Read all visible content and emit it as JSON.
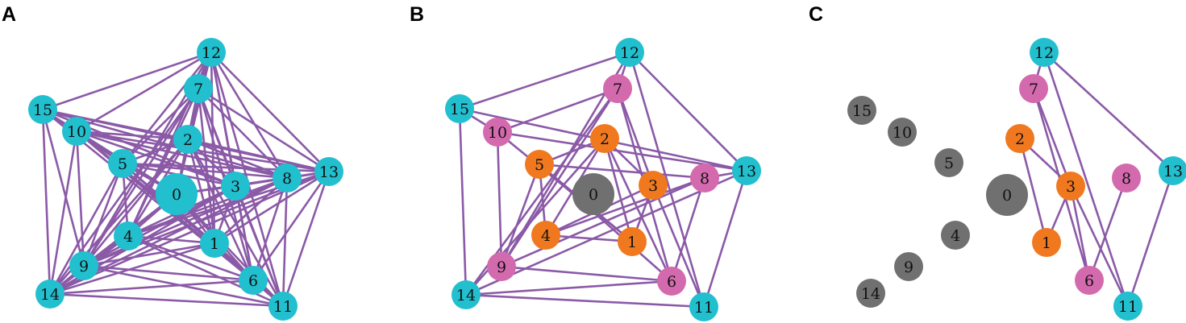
{
  "colors": {
    "edge": "#8b5aa7",
    "cyan": "#22bfcf",
    "pink": "#d46aae",
    "orange": "#f0791f",
    "gray": "#707070"
  },
  "panels": [
    {
      "letter": "A",
      "nodes": [
        {
          "id": "0",
          "color": "cyan",
          "big": true
        },
        {
          "id": "1",
          "color": "cyan"
        },
        {
          "id": "2",
          "color": "cyan"
        },
        {
          "id": "3",
          "color": "cyan"
        },
        {
          "id": "4",
          "color": "cyan"
        },
        {
          "id": "5",
          "color": "cyan"
        },
        {
          "id": "6",
          "color": "cyan"
        },
        {
          "id": "7",
          "color": "cyan"
        },
        {
          "id": "8",
          "color": "cyan"
        },
        {
          "id": "9",
          "color": "cyan"
        },
        {
          "id": "10",
          "color": "cyan"
        },
        {
          "id": "11",
          "color": "cyan"
        },
        {
          "id": "12",
          "color": "cyan"
        },
        {
          "id": "13",
          "color": "cyan"
        },
        {
          "id": "14",
          "color": "cyan"
        },
        {
          "id": "15",
          "color": "cyan"
        }
      ],
      "edges": [
        [
          "12",
          "15"
        ],
        [
          "12",
          "10"
        ],
        [
          "12",
          "7"
        ],
        [
          "12",
          "2"
        ],
        [
          "12",
          "5"
        ],
        [
          "12",
          "4"
        ],
        [
          "12",
          "9"
        ],
        [
          "12",
          "1"
        ],
        [
          "12",
          "3"
        ],
        [
          "12",
          "8"
        ],
        [
          "12",
          "13"
        ],
        [
          "12",
          "6"
        ],
        [
          "12",
          "11"
        ],
        [
          "12",
          "0"
        ],
        [
          "15",
          "10"
        ],
        [
          "15",
          "5"
        ],
        [
          "15",
          "2"
        ],
        [
          "15",
          "3"
        ],
        [
          "15",
          "8"
        ],
        [
          "15",
          "13"
        ],
        [
          "15",
          "14"
        ],
        [
          "15",
          "9"
        ],
        [
          "15",
          "6"
        ],
        [
          "15",
          "0"
        ],
        [
          "10",
          "5"
        ],
        [
          "10",
          "2"
        ],
        [
          "10",
          "3"
        ],
        [
          "10",
          "8"
        ],
        [
          "10",
          "13"
        ],
        [
          "10",
          "0"
        ],
        [
          "10",
          "1"
        ],
        [
          "10",
          "6"
        ],
        [
          "10",
          "11"
        ],
        [
          "10",
          "9"
        ],
        [
          "10",
          "14"
        ],
        [
          "7",
          "5"
        ],
        [
          "7",
          "4"
        ],
        [
          "7",
          "9"
        ],
        [
          "7",
          "14"
        ],
        [
          "7",
          "0"
        ],
        [
          "7",
          "1"
        ],
        [
          "7",
          "6"
        ],
        [
          "7",
          "11"
        ],
        [
          "7",
          "3"
        ],
        [
          "7",
          "8"
        ],
        [
          "7",
          "13"
        ],
        [
          "7",
          "2"
        ],
        [
          "2",
          "5"
        ],
        [
          "2",
          "4"
        ],
        [
          "2",
          "9"
        ],
        [
          "2",
          "14"
        ],
        [
          "2",
          "1"
        ],
        [
          "2",
          "6"
        ],
        [
          "2",
          "11"
        ],
        [
          "2",
          "3"
        ],
        [
          "2",
          "8"
        ],
        [
          "2",
          "13"
        ],
        [
          "2",
          "0"
        ],
        [
          "5",
          "0"
        ],
        [
          "5",
          "4"
        ],
        [
          "5",
          "9"
        ],
        [
          "5",
          "14"
        ],
        [
          "5",
          "1"
        ],
        [
          "5",
          "6"
        ],
        [
          "5",
          "11"
        ],
        [
          "5",
          "3"
        ],
        [
          "5",
          "8"
        ],
        [
          "5",
          "13"
        ],
        [
          "3",
          "4"
        ],
        [
          "3",
          "9"
        ],
        [
          "3",
          "14"
        ],
        [
          "3",
          "1"
        ],
        [
          "3",
          "6"
        ],
        [
          "3",
          "11"
        ],
        [
          "3",
          "8"
        ],
        [
          "3",
          "13"
        ],
        [
          "8",
          "13"
        ],
        [
          "8",
          "4"
        ],
        [
          "8",
          "9"
        ],
        [
          "8",
          "14"
        ],
        [
          "8",
          "6"
        ],
        [
          "8",
          "11"
        ],
        [
          "8",
          "1"
        ],
        [
          "8",
          "0"
        ],
        [
          "13",
          "4"
        ],
        [
          "13",
          "9"
        ],
        [
          "13",
          "14"
        ],
        [
          "13",
          "6"
        ],
        [
          "13",
          "11"
        ],
        [
          "13",
          "1"
        ],
        [
          "13",
          "0"
        ],
        [
          "0",
          "4"
        ],
        [
          "0",
          "9"
        ],
        [
          "0",
          "14"
        ],
        [
          "0",
          "1"
        ],
        [
          "0",
          "6"
        ],
        [
          "0",
          "11"
        ],
        [
          "0",
          "3"
        ],
        [
          "4",
          "9"
        ],
        [
          "4",
          "14"
        ],
        [
          "4",
          "1"
        ],
        [
          "4",
          "6"
        ],
        [
          "4",
          "11"
        ],
        [
          "9",
          "14"
        ],
        [
          "9",
          "1"
        ],
        [
          "9",
          "6"
        ],
        [
          "9",
          "11"
        ],
        [
          "14",
          "1"
        ],
        [
          "14",
          "6"
        ],
        [
          "14",
          "11"
        ],
        [
          "1",
          "6"
        ],
        [
          "1",
          "11"
        ],
        [
          "6",
          "11"
        ]
      ]
    },
    {
      "letter": "B",
      "nodes": [
        {
          "id": "0",
          "color": "gray",
          "big": true
        },
        {
          "id": "1",
          "color": "orange"
        },
        {
          "id": "2",
          "color": "orange"
        },
        {
          "id": "3",
          "color": "orange"
        },
        {
          "id": "4",
          "color": "orange"
        },
        {
          "id": "5",
          "color": "orange"
        },
        {
          "id": "6",
          "color": "pink"
        },
        {
          "id": "7",
          "color": "pink"
        },
        {
          "id": "8",
          "color": "pink"
        },
        {
          "id": "9",
          "color": "pink"
        },
        {
          "id": "10",
          "color": "pink"
        },
        {
          "id": "11",
          "color": "cyan"
        },
        {
          "id": "12",
          "color": "cyan"
        },
        {
          "id": "13",
          "color": "cyan"
        },
        {
          "id": "14",
          "color": "cyan"
        },
        {
          "id": "15",
          "color": "cyan"
        }
      ],
      "edges": [
        [
          "15",
          "12"
        ],
        [
          "15",
          "10"
        ],
        [
          "15",
          "14"
        ],
        [
          "15",
          "13"
        ],
        [
          "12",
          "7"
        ],
        [
          "12",
          "13"
        ],
        [
          "12",
          "11"
        ],
        [
          "12",
          "9"
        ],
        [
          "10",
          "13"
        ],
        [
          "10",
          "9"
        ],
        [
          "10",
          "1"
        ],
        [
          "10",
          "7"
        ],
        [
          "7",
          "3"
        ],
        [
          "7",
          "6"
        ],
        [
          "7",
          "9"
        ],
        [
          "7",
          "14"
        ],
        [
          "5",
          "2"
        ],
        [
          "5",
          "1"
        ],
        [
          "5",
          "4"
        ],
        [
          "2",
          "3"
        ],
        [
          "2",
          "4"
        ],
        [
          "2",
          "1"
        ],
        [
          "3",
          "4"
        ],
        [
          "3",
          "1"
        ],
        [
          "3",
          "11"
        ],
        [
          "8",
          "13"
        ],
        [
          "8",
          "9"
        ],
        [
          "8",
          "6"
        ],
        [
          "8",
          "5"
        ],
        [
          "8",
          "4"
        ],
        [
          "13",
          "11"
        ],
        [
          "13",
          "14"
        ],
        [
          "9",
          "6"
        ],
        [
          "9",
          "5"
        ],
        [
          "6",
          "14"
        ],
        [
          "6",
          "2"
        ],
        [
          "6",
          "5"
        ],
        [
          "14",
          "11"
        ],
        [
          "14",
          "2"
        ],
        [
          "4",
          "1"
        ]
      ]
    },
    {
      "letter": "C",
      "nodes": [
        {
          "id": "0",
          "color": "gray",
          "big": true
        },
        {
          "id": "1",
          "color": "orange"
        },
        {
          "id": "2",
          "color": "orange"
        },
        {
          "id": "3",
          "color": "orange"
        },
        {
          "id": "4",
          "color": "gray"
        },
        {
          "id": "5",
          "color": "gray"
        },
        {
          "id": "6",
          "color": "pink"
        },
        {
          "id": "7",
          "color": "pink"
        },
        {
          "id": "8",
          "color": "pink"
        },
        {
          "id": "9",
          "color": "gray"
        },
        {
          "id": "10",
          "color": "gray"
        },
        {
          "id": "11",
          "color": "cyan"
        },
        {
          "id": "12",
          "color": "cyan"
        },
        {
          "id": "13",
          "color": "cyan"
        },
        {
          "id": "14",
          "color": "gray"
        },
        {
          "id": "15",
          "color": "gray"
        }
      ],
      "edges": [
        [
          "12",
          "7"
        ],
        [
          "12",
          "13"
        ],
        [
          "12",
          "11"
        ],
        [
          "7",
          "3"
        ],
        [
          "7",
          "6"
        ],
        [
          "2",
          "3"
        ],
        [
          "2",
          "1"
        ],
        [
          "3",
          "1"
        ],
        [
          "3",
          "6"
        ],
        [
          "3",
          "11"
        ],
        [
          "8",
          "6"
        ],
        [
          "13",
          "11"
        ]
      ]
    }
  ]
}
